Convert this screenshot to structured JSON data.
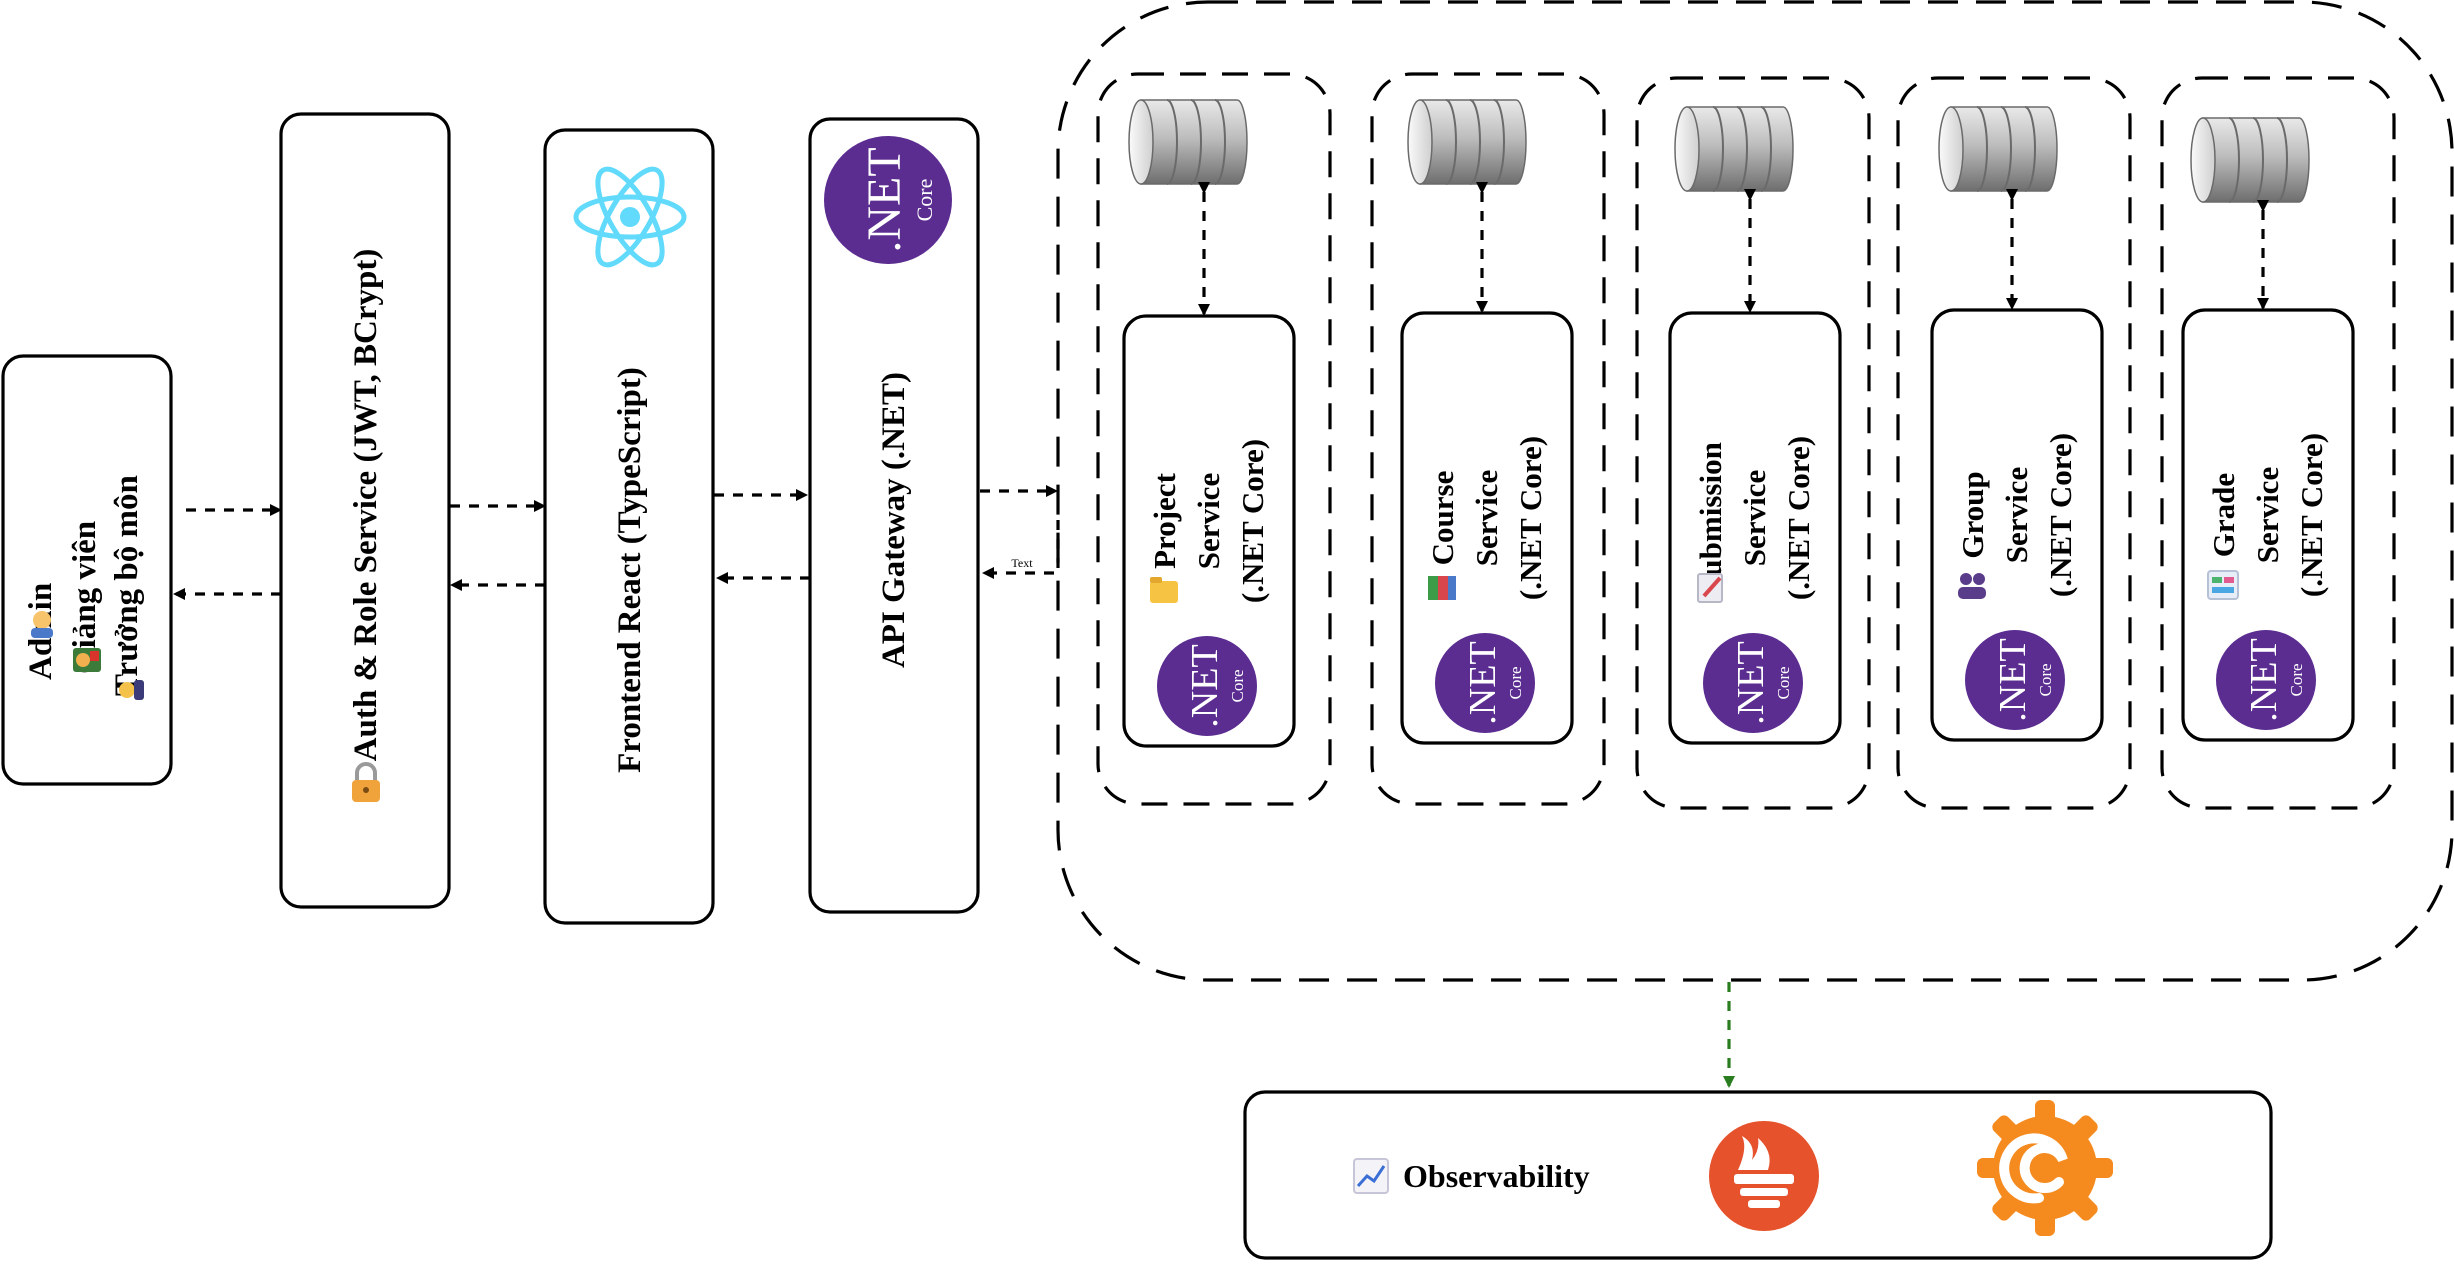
{
  "roles": {
    "admin": "Admin",
    "lecturer": "Giảng viên",
    "head": "Trưởng bộ môn"
  },
  "auth_service": {
    "label": "Auth & Role Service (JWT, BCrypt)"
  },
  "frontend": {
    "label": "Frontend React (TypeScript)"
  },
  "gateway": {
    "label": "API Gateway (.NET)"
  },
  "gateway_link_label": "Text",
  "dotnet_logo": {
    "main": ".NET",
    "sub": "Core"
  },
  "services": [
    {
      "name": "Project",
      "word": "Service",
      "tech": "(.NET Core)",
      "icon": "folder-icon"
    },
    {
      "name": "Course",
      "word": "Service",
      "tech": "(.NET Core)",
      "icon": "books-icon"
    },
    {
      "name": "Submission",
      "word": "Service",
      "tech": "(.NET Core)",
      "icon": "document-pencil-icon"
    },
    {
      "name": "Group",
      "word": "Service",
      "tech": "(.NET Core)",
      "icon": "people-icon"
    },
    {
      "name": "Grade",
      "word": "Service",
      "tech": "(.NET Core)",
      "icon": "grade-sheet-icon"
    }
  ],
  "observability": {
    "label": "Observability",
    "icons": [
      "chart-icon",
      "prometheus-icon",
      "grafana-icon"
    ]
  },
  "colors": {
    "dotnet_purple": "#5b2d91",
    "react_cyan": "#61dafb",
    "prometheus_orange": "#e6522c",
    "grafana_orange": "#f58b1f",
    "green_arrow": "#2a7d1e"
  }
}
